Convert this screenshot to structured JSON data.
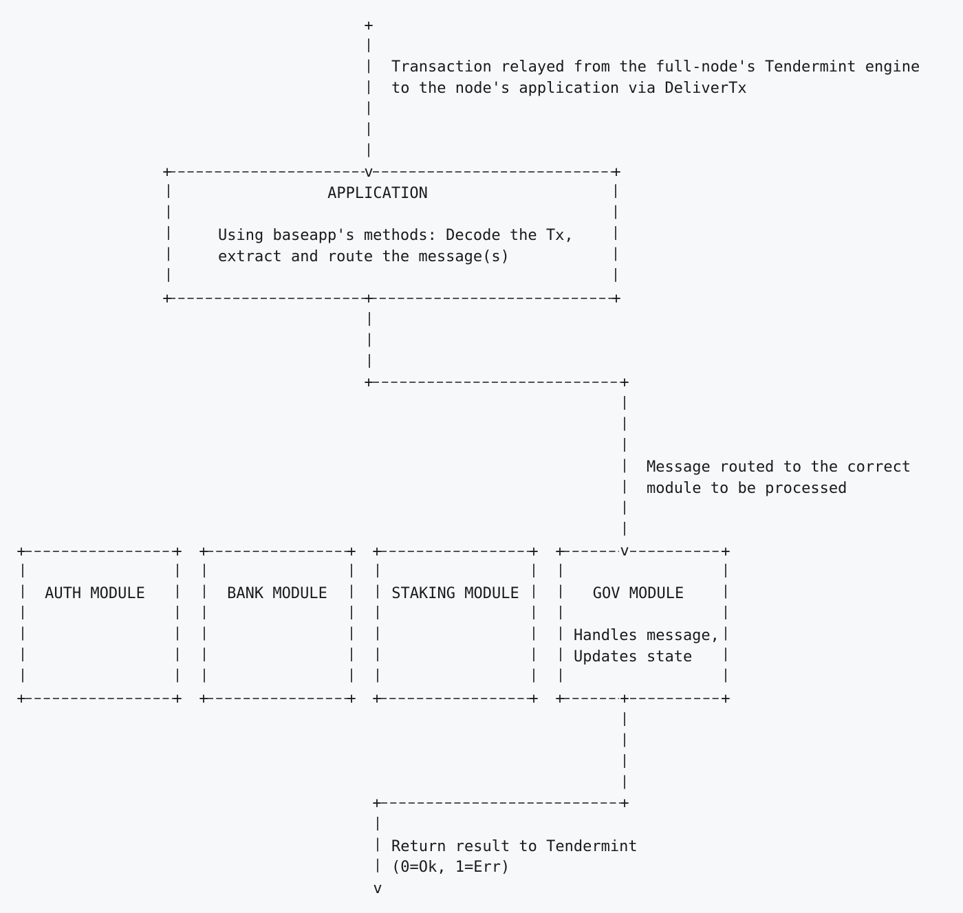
{
  "top_note": {
    "lines": [
      "Transaction relayed from the full-node's Tendermint engine",
      "to the node's application via DeliverTx"
    ]
  },
  "application": {
    "title": "APPLICATION",
    "lines": [
      "Using baseapp's methods: Decode the Tx,",
      "extract and route the message(s)"
    ]
  },
  "routing_note": {
    "lines": [
      "Message routed to the correct",
      "module to be processed"
    ]
  },
  "modules": [
    {
      "title": "AUTH MODULE",
      "lines": []
    },
    {
      "title": "BANK MODULE",
      "lines": []
    },
    {
      "title": "STAKING MODULE",
      "lines": []
    },
    {
      "title": "GOV MODULE",
      "lines": [
        "Handles message,",
        "Updates state"
      ]
    }
  ],
  "result_note": {
    "lines": [
      "Return result to Tendermint",
      "(0=Ok, 1=Err)"
    ]
  },
  "glyphs": {
    "plus": "+",
    "arrow": "v"
  }
}
